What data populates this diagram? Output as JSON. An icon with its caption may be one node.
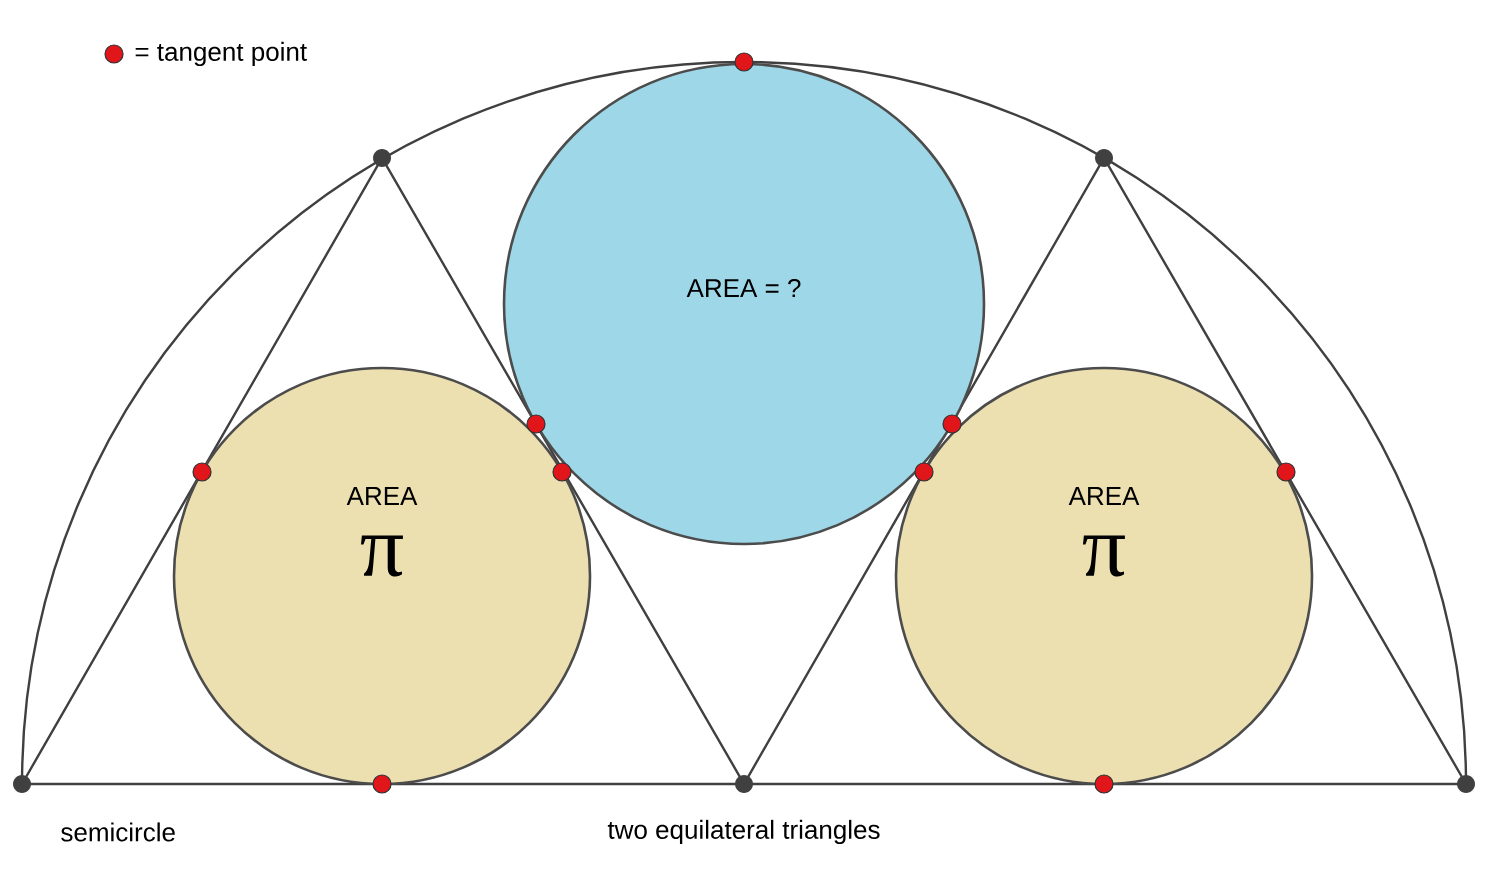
{
  "diagram": {
    "nodes": [
      {
        "text": [
          "AREA",
          "π"
        ]
      },
      {
        "text": [
          "AREA = ?"
        ]
      },
      {
        "text": [
          "AREA",
          "π"
        ]
      }
    ],
    "labels": [
      "semicircle",
      "two equilateral triangles"
    ],
    "legend": [
      {
        "text": "= tangent point",
        "color": "#e0161b"
      }
    ]
  }
}
